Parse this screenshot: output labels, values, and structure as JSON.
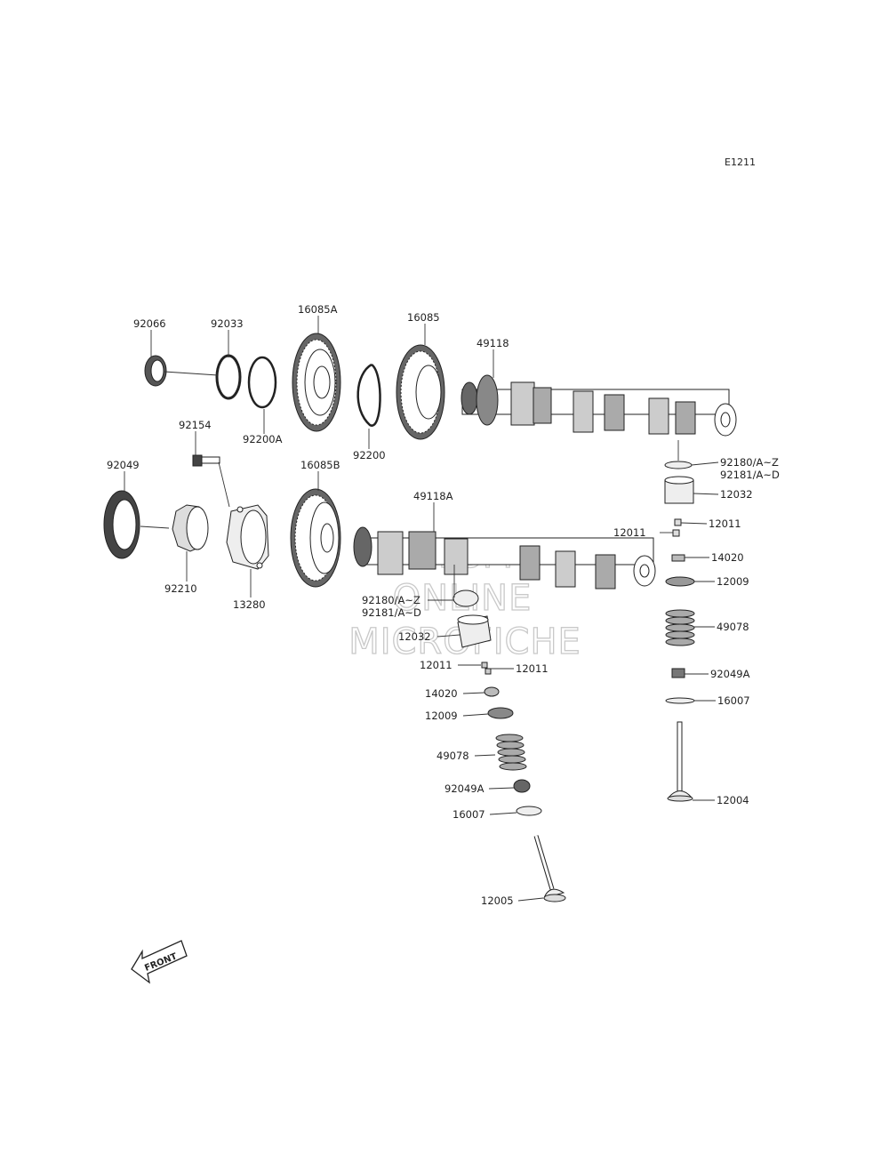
{
  "diagram_id": "E1211",
  "watermark": {
    "line1": "HLSM",
    "line2": "ONLINE",
    "line3": "MICROFICHE"
  },
  "front_label": "FRONT",
  "labels": {
    "l_92066": "92066",
    "l_92033": "92033",
    "l_16085A": "16085A",
    "l_16085": "16085",
    "l_49118": "49118",
    "l_92154": "92154",
    "l_92200A": "92200A",
    "l_92200": "92200",
    "l_92049": "92049",
    "l_16085B": "16085B",
    "l_49118A": "49118A",
    "l_92210": "92210",
    "l_13280": "13280",
    "l_92180_r": "92180/A~Z",
    "l_92181_r": "92181/A~D",
    "l_12032_r": "12032",
    "l_12011_r1": "12011",
    "l_12011_r2": "12011",
    "l_14020_r": "14020",
    "l_12009_r": "12009",
    "l_49078_r": "49078",
    "l_92049A_r": "92049A",
    "l_16007_r": "16007",
    "l_12004": "12004",
    "l_92180_c": "92180/A~Z",
    "l_92181_c": "92181/A~D",
    "l_12032_c": "12032",
    "l_12011_c1": "12011",
    "l_12011_c2": "12011",
    "l_14020_c": "14020",
    "l_12009_c": "12009",
    "l_49078_c": "49078",
    "l_92049A_c": "92049A",
    "l_16007_c": "16007",
    "l_12005": "12005"
  }
}
